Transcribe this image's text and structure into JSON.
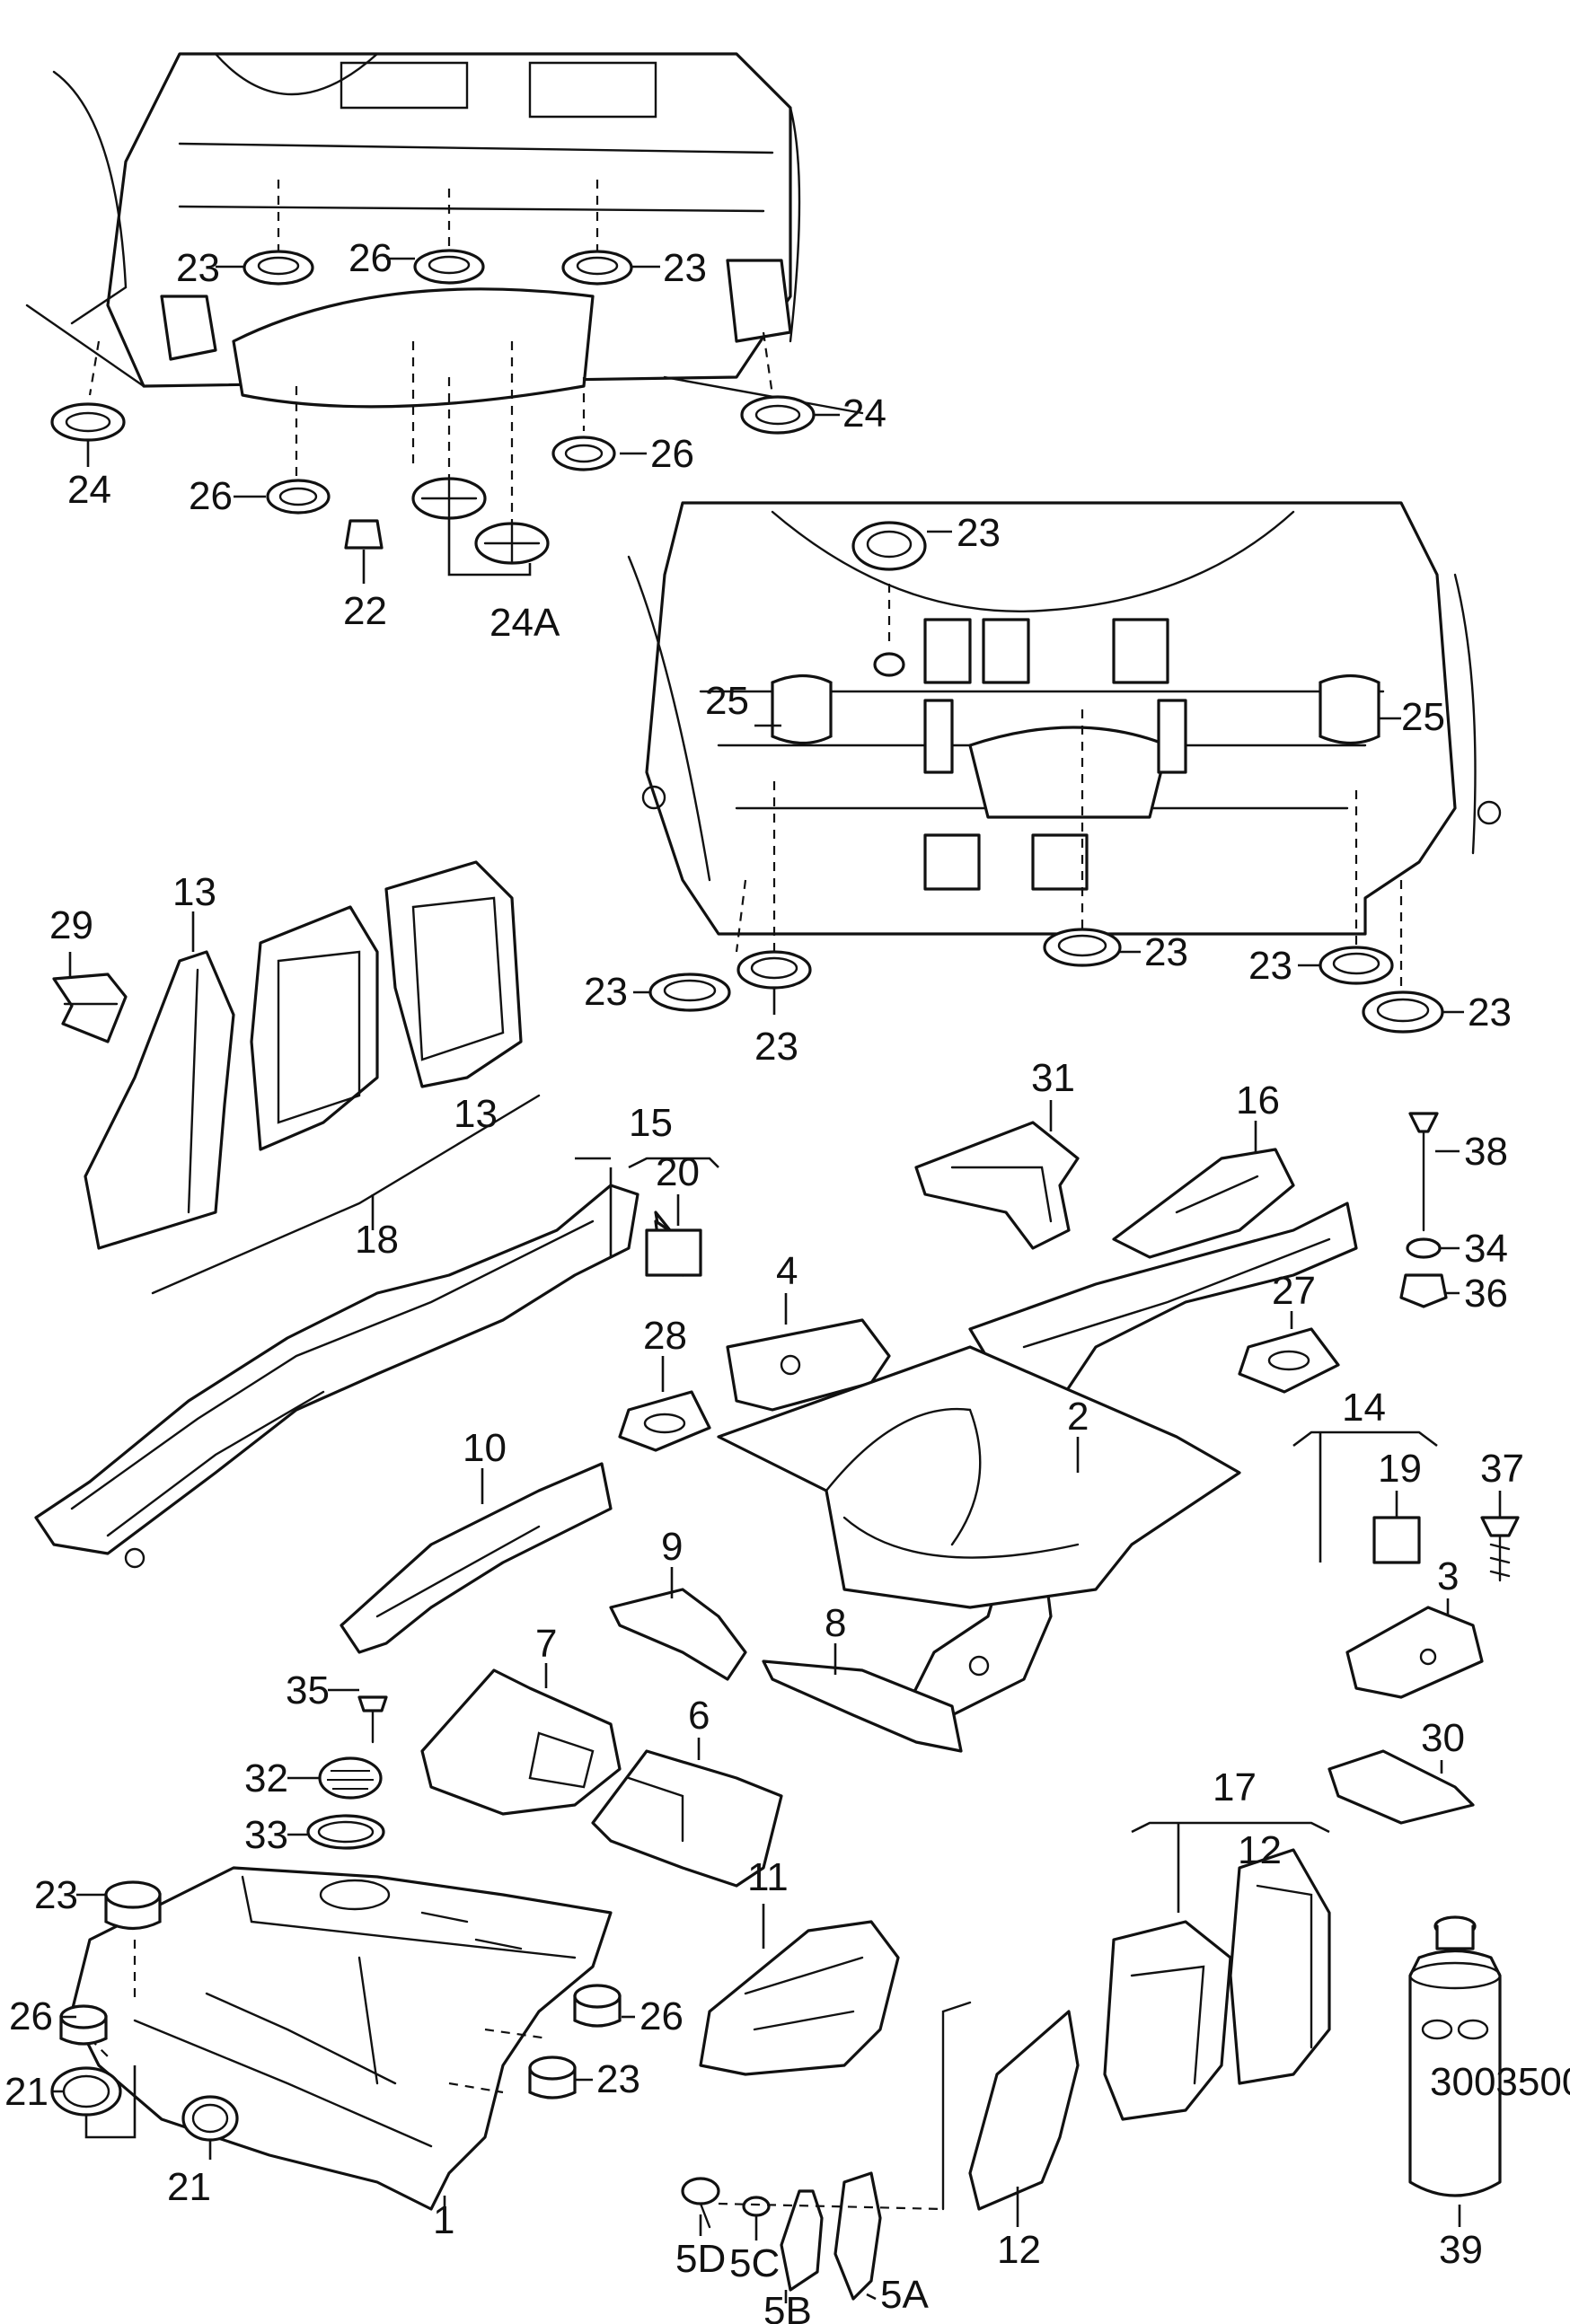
{
  "diagram": {
    "type": "exploded-parts-diagram",
    "line_color": "#111111",
    "background": "#ffffff",
    "container_label": "3003500",
    "callouts": [
      "1",
      "2",
      "3",
      "4",
      "5A",
      "5B",
      "5C",
      "5D",
      "6",
      "7",
      "8",
      "9",
      "10",
      "11",
      "12",
      "13",
      "14",
      "15",
      "16",
      "17",
      "18",
      "19",
      "20",
      "21",
      "22",
      "23",
      "24",
      "24A",
      "25",
      "26",
      "27",
      "28",
      "29",
      "30",
      "31",
      "32",
      "33",
      "34",
      "35",
      "36",
      "37",
      "38",
      "39"
    ],
    "labels": {
      "l23a": "23",
      "l26a": "26",
      "l23b": "23",
      "l24a": "24",
      "l24b": "24",
      "l26b": "26",
      "l26c": "26",
      "l22": "22",
      "l24A": "24A",
      "l23c": "23",
      "l25a": "25",
      "l25b": "25",
      "l23d": "23",
      "l23e": "23",
      "l23f": "23",
      "l23g": "23",
      "l23h": "23",
      "l29": "29",
      "l13a": "13",
      "l13b": "13",
      "l18": "18",
      "l15": "15",
      "l20": "20",
      "l31": "31",
      "l16": "16",
      "l38": "38",
      "l34": "34",
      "l36": "36",
      "l27": "27",
      "l4": "4",
      "l28": "28",
      "l2": "2",
      "l10": "10",
      "l14": "14",
      "l19": "19",
      "l37": "37",
      "l3": "3",
      "l9": "9",
      "l8": "8",
      "l7": "7",
      "l6": "6",
      "l35": "35",
      "l32": "32",
      "l33": "33",
      "l30": "30",
      "l17": "17",
      "l12a": "12",
      "l11": "11",
      "l23i": "23",
      "l26d": "26",
      "l26e": "26",
      "l23j": "23",
      "l21a": "21",
      "l21b": "21",
      "l1": "1",
      "l5D": "5D",
      "l5C": "5C",
      "l5B": "5B",
      "l5A": "5A",
      "l12b": "12",
      "l39": "39"
    }
  }
}
